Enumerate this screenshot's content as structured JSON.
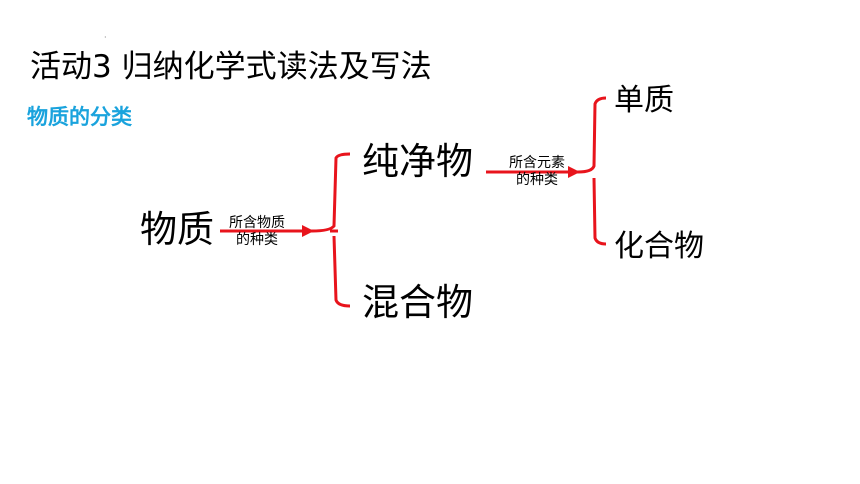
{
  "slide": {
    "title": "活动3 归纳化学式读法及写法",
    "subtitle": "物质的分类",
    "subtitle_color": "#1aa3dd",
    "dot": "·"
  },
  "diagram": {
    "line_color": "#e8141c",
    "root": "物质",
    "branch1_label_line1": "所含物质",
    "branch1_label_line2": "的种类",
    "pure": "纯净物",
    "mixture": "混合物",
    "branch2_label_line1": "所含元素",
    "branch2_label_line2": "的种类",
    "element_substance": "单质",
    "compound": "化合物"
  }
}
